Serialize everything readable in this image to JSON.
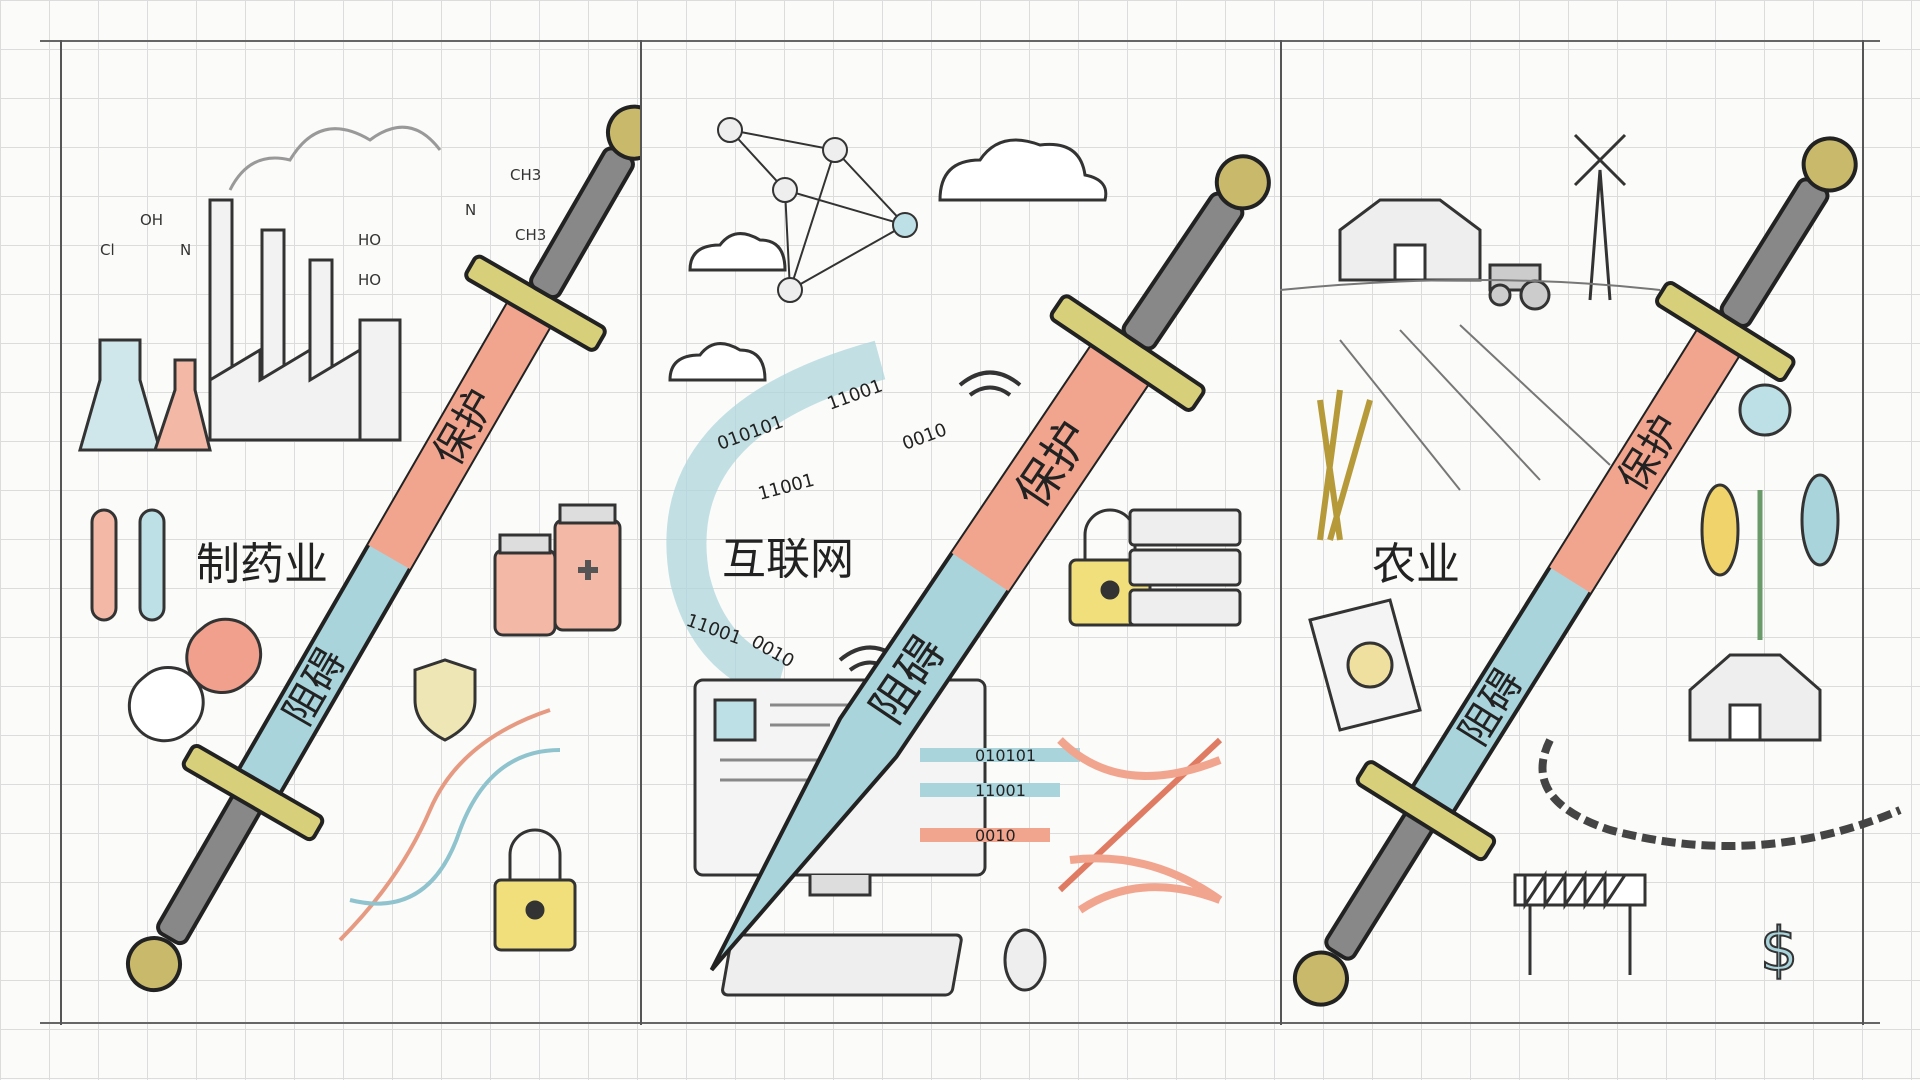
{
  "panels": [
    {
      "industry": "制药业",
      "upper_label": "保护",
      "lower_label": "阻碍",
      "chem": [
        "OH",
        "Cl",
        "N",
        "HO",
        "HO",
        "N",
        "CH3",
        "CH3"
      ]
    },
    {
      "industry": "互联网",
      "upper_label": "保护",
      "lower_label": "阻碍",
      "binary": [
        "010101",
        "11001",
        "11001",
        "0010",
        "11001",
        "0010",
        "010101",
        "11001",
        "0010"
      ]
    },
    {
      "industry": "农业",
      "upper_label": "保护",
      "lower_label": "阻碍",
      "currency_symbol": "$"
    }
  ],
  "colors": {
    "protect": "#f2a58e",
    "hinder": "#a9d4dc",
    "guard": "#d8cf7a",
    "ink": "#2a2a2a"
  },
  "icons": [
    "factory-icon",
    "flask-icon",
    "test-tube-icon",
    "capsule-icon",
    "medicine-bottle-icon",
    "shield-icon",
    "dna-icon",
    "lock-icon",
    "network-icon",
    "cloud-icon",
    "wifi-icon",
    "server-icon",
    "computer-icon",
    "keyboard-icon",
    "mouse-icon",
    "barn-icon",
    "tractor-icon",
    "windmill-icon",
    "wheat-icon",
    "corn-icon",
    "seed-bag-icon",
    "chain-icon",
    "barrier-icon",
    "dollar-icon"
  ]
}
